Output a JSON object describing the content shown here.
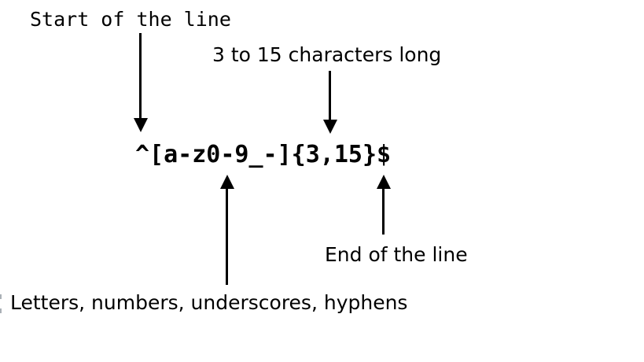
{
  "regex": {
    "pattern": "^[a-z0-9_-]{3,15}$"
  },
  "annotations": {
    "start_of_line": "Start of the line",
    "length": "3 to 15 characters long",
    "character_class": "Letters, numbers, underscores, hyphens",
    "end_of_line": "End of the line"
  },
  "icons": {
    "arrow_start": "down-arrow",
    "arrow_length": "down-arrow",
    "arrow_character_class": "up-arrow",
    "arrow_end": "up-arrow"
  },
  "colors": {
    "ink": "#000000",
    "background": "#ffffff"
  }
}
